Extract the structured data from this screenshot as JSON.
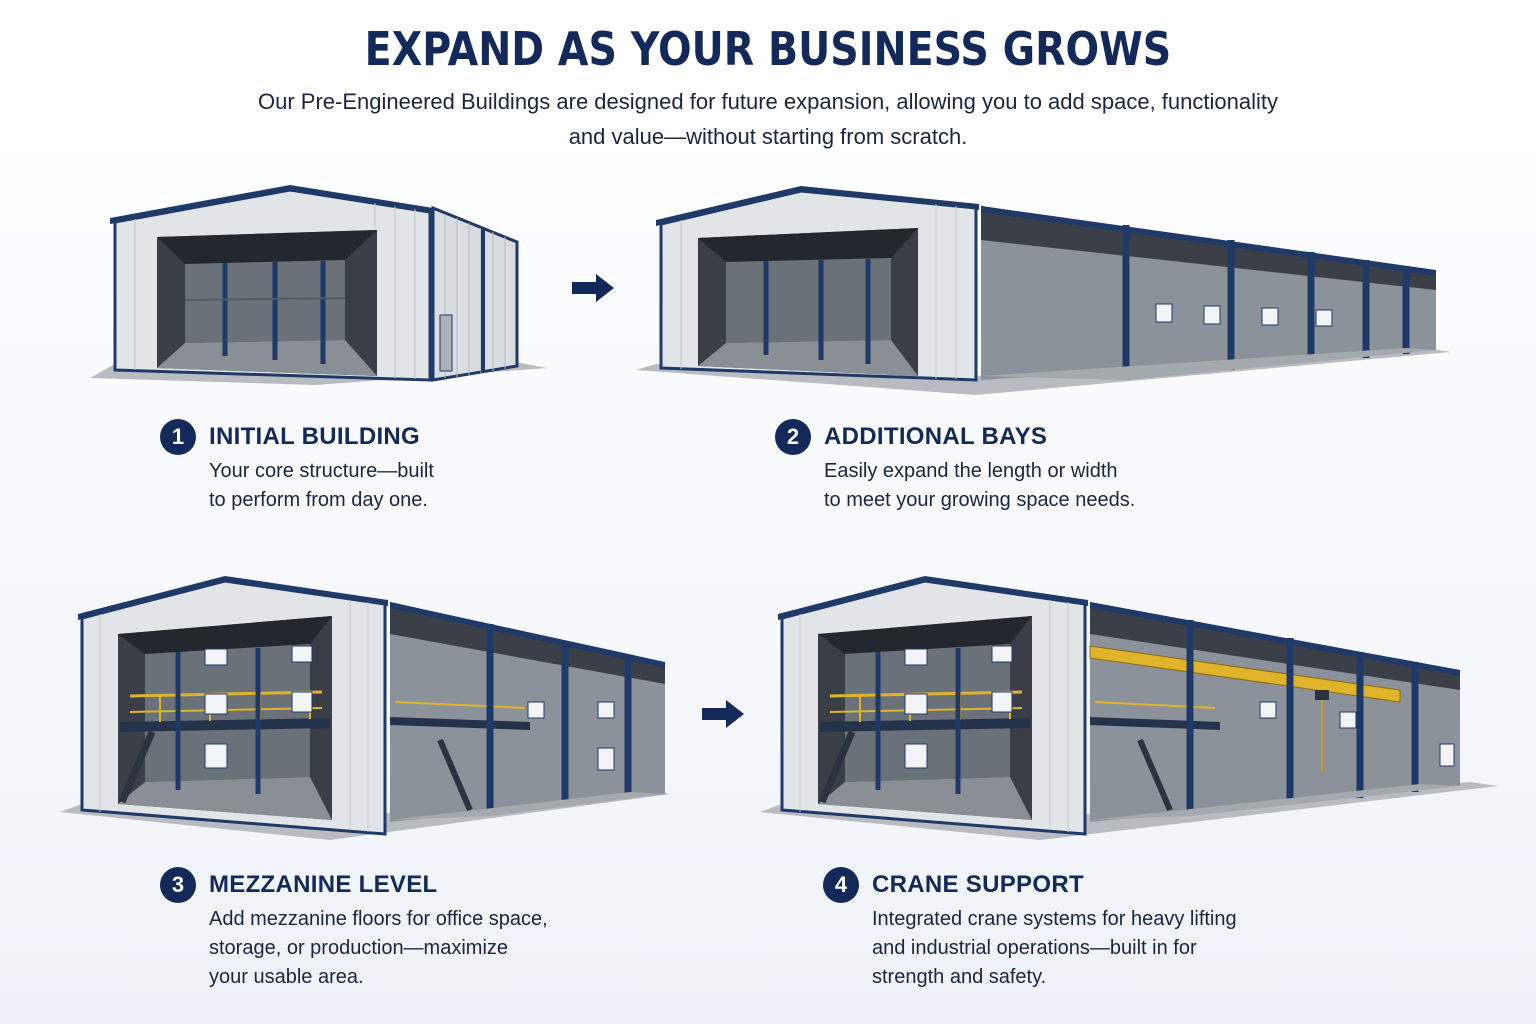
{
  "header": {
    "title": "EXPAND AS YOUR BUSINESS GROWS",
    "subtitle_line1": "Our Pre-Engineered Buildings are designed for future expansion, allowing you to add space, functionality",
    "subtitle_line2": "and value—without starting from scratch."
  },
  "colors": {
    "navy": "#13295a",
    "steel": "#1f3a68",
    "panel": "#dfe2e5",
    "floor": "#9ca0a5",
    "crane": "#e0b42a"
  },
  "steps": [
    {
      "number": "1",
      "title": "INITIAL BUILDING",
      "desc": [
        "Your core structure—built",
        "to perform from day one."
      ]
    },
    {
      "number": "2",
      "title": "ADDITIONAL BAYS",
      "desc": [
        "Easily expand the length or width",
        "to meet your growing space needs."
      ]
    },
    {
      "number": "3",
      "title": "MEZZANINE LEVEL",
      "desc": [
        "Add mezzanine floors for office space,",
        "storage, or production—maximize",
        "your usable area."
      ]
    },
    {
      "number": "4",
      "title": "CRANE SUPPORT",
      "desc": [
        "Integrated crane systems for heavy lifting",
        "and industrial operations—built in for",
        "strength and safety."
      ]
    }
  ]
}
